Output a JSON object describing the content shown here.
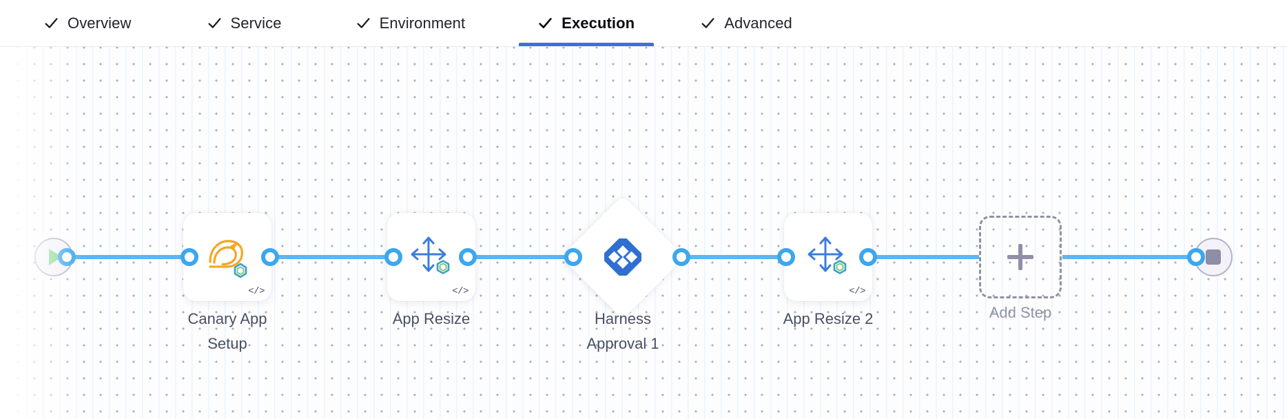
{
  "tabs": [
    {
      "label": "Overview",
      "icon": "check-icon",
      "active": false
    },
    {
      "label": "Service",
      "icon": "check-icon",
      "active": false
    },
    {
      "label": "Environment",
      "icon": "check-icon",
      "active": false
    },
    {
      "label": "Execution",
      "icon": "check-icon",
      "active": true
    },
    {
      "label": "Advanced",
      "icon": "check-icon",
      "active": false
    }
  ],
  "colors": {
    "active_tab_underline": "#3b72d9",
    "connector": "#5db6f0",
    "connector_dot": "#3ba7ef",
    "harness_logo": "#2f6fd0",
    "canary_icon": "#f5a623",
    "resize_icon": "#3b7ddd",
    "start_play": "#85d68a",
    "stop_square": "#8e8da6",
    "add_step_dashed": "#8f90a6",
    "label_text": "#4a4f63"
  },
  "canvas": {
    "start_node": {
      "name": "start-node",
      "icon": "play-icon"
    },
    "end_node": {
      "name": "end-node",
      "icon": "stop-icon"
    },
    "steps": [
      {
        "id": "canary-app-setup",
        "label": "Canary App\nSetup",
        "icon": "canary-bird-icon",
        "shape": "card",
        "code_badge": "</>"
      },
      {
        "id": "app-resize",
        "label": "App Resize",
        "icon": "resize-arrows-icon",
        "shape": "card",
        "code_badge": "</>"
      },
      {
        "id": "harness-approval-1",
        "label": "Harness\nApproval 1",
        "icon": "harness-logo-icon",
        "shape": "diamond",
        "code_badge": ""
      },
      {
        "id": "app-resize-2",
        "label": "App Resize 2",
        "icon": "resize-arrows-icon",
        "shape": "card",
        "code_badge": "</>"
      }
    ],
    "add_step": {
      "label": "Add Step",
      "icon": "plus-icon"
    }
  }
}
